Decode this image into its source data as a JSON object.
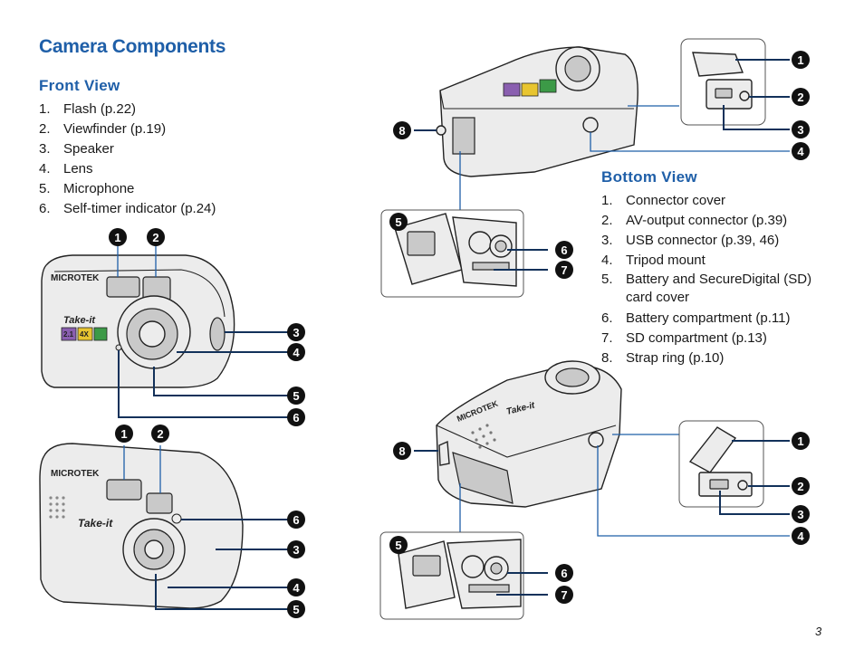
{
  "title": "Camera Components",
  "front_view": {
    "heading": "Front  View",
    "items": [
      {
        "num": "1.",
        "text": "Flash (p.22)"
      },
      {
        "num": "2.",
        "text": "Viewfinder (p.19)"
      },
      {
        "num": "3.",
        "text": "Speaker"
      },
      {
        "num": "4.",
        "text": "Lens"
      },
      {
        "num": "5.",
        "text": "Microphone"
      },
      {
        "num": "6.",
        "text": "Self-timer indicator (p.24)"
      }
    ]
  },
  "bottom_view": {
    "heading": "Bottom  View",
    "items": [
      {
        "num": "1.",
        "text": "Connector cover"
      },
      {
        "num": "2.",
        "text": "AV-output connector (p.39)"
      },
      {
        "num": "3.",
        "text": "USB connector (p.39, 46)"
      },
      {
        "num": "4.",
        "text": "Tripod mount"
      },
      {
        "num": "5.",
        "text": "Battery and SecureDigital (SD) card cover"
      },
      {
        "num": "6.",
        "text": "Battery compartment (p.11)"
      },
      {
        "num": "7.",
        "text": "SD compartment (p.13)"
      },
      {
        "num": "8.",
        "text": "Strap ring (p.10)"
      }
    ]
  },
  "badges": [
    "1",
    "2",
    "3",
    "4",
    "5",
    "6",
    "7",
    "8"
  ],
  "camera_labels": {
    "brand": "MICROTEK",
    "model": "Take-it",
    "megapixels": "2.1",
    "zoom": "4X"
  },
  "page_number": "3",
  "colors": {
    "heading_blue": "#1f5fa8",
    "callout_line": "#12315a",
    "badge_fill": "#111111"
  }
}
